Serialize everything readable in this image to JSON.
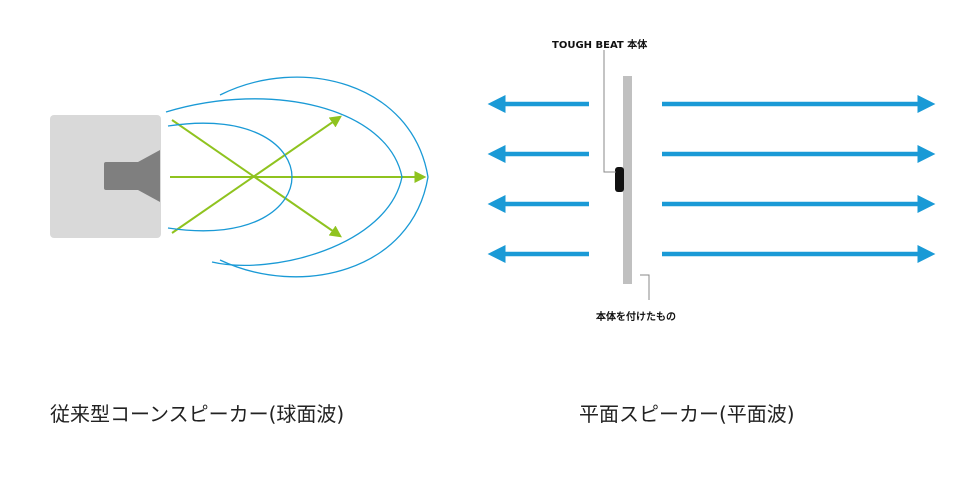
{
  "left_diagram": {
    "caption": "従来型コーンスピーカー(球面波)",
    "colors": {
      "enclosure": "#d9d9d9",
      "driver": "#7f7f7f",
      "ray": "#8fc31f",
      "wavefront": "#1a9ad6"
    }
  },
  "right_diagram": {
    "caption": "平面スピーカー(平面波)",
    "label_top": "TOUGH BEAT 本体",
    "label_bottom": "本体を付けたもの",
    "colors": {
      "panel": "#c0c0c0",
      "device": "#111111",
      "arrow": "#1a9ad6",
      "leader": "#888888"
    }
  }
}
